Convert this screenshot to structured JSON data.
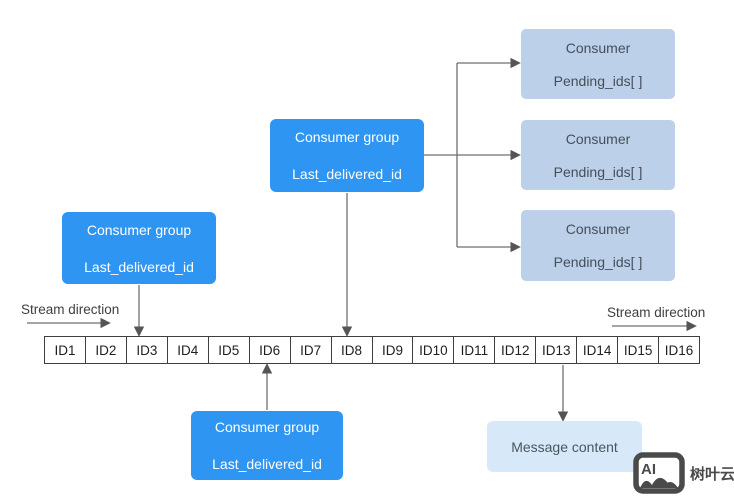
{
  "colors": {
    "consumer_group_bg": "#2e96f2",
    "consumer_group_text": "#ffffff",
    "consumer_bg": "#bdd0e9",
    "consumer_text": "#454f5b",
    "message_bg": "#d7e9f8",
    "connector_line": "#6f6f6f",
    "stream_border": "#3f3f3f",
    "watermark_color": "#4a4a4a"
  },
  "diagram": {
    "consumer_groups": [
      {
        "title": "Consumer group",
        "field": "Last_delivered_id"
      },
      {
        "title": "Consumer group",
        "field": "Last_delivered_id"
      },
      {
        "title": "Consumer group",
        "field": "Last_delivered_id"
      }
    ],
    "consumers": [
      {
        "title": "Consumer",
        "field": "Pending_ids[ ]"
      },
      {
        "title": "Consumer",
        "field": "Pending_ids[ ]"
      },
      {
        "title": "Consumer",
        "field": "Pending_ids[ ]"
      }
    ],
    "stream_ids": [
      "ID1",
      "ID2",
      "ID3",
      "ID4",
      "ID5",
      "ID6",
      "ID7",
      "ID8",
      "ID9",
      "ID10",
      "ID11",
      "ID12",
      "ID13",
      "ID14",
      "ID15",
      "ID16"
    ],
    "labels": {
      "stream_direction_left": "Stream direction",
      "stream_direction_right": "Stream direction"
    },
    "message_box": {
      "label": "Message content"
    }
  },
  "watermark": {
    "logo_text": "AI",
    "brand_text": "树叶云"
  }
}
